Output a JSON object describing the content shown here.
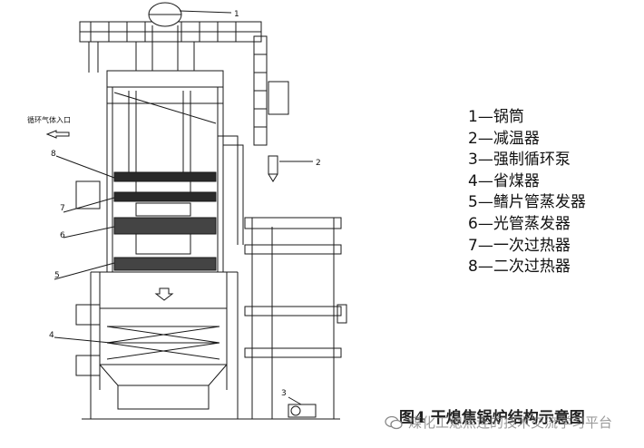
{
  "inlet_label": "循环气体入口",
  "callouts": [
    "1",
    "2",
    "3",
    "4",
    "5",
    "6",
    "7",
    "8"
  ],
  "legend": [
    "1—锅筒",
    "2—减温器",
    "3—强制循环泵",
    "4—省煤器",
    "5—鳍片管蒸发器",
    "6—光管蒸发器",
    "7—一次过热器",
    "8—二次过热器"
  ],
  "caption": "图4 干熄焦锅炉结构示意图",
  "watermark": "煤化工熄焦连的技术交流学习平台",
  "colors": {
    "line": "#1a1a1a",
    "background": "#ffffff"
  }
}
